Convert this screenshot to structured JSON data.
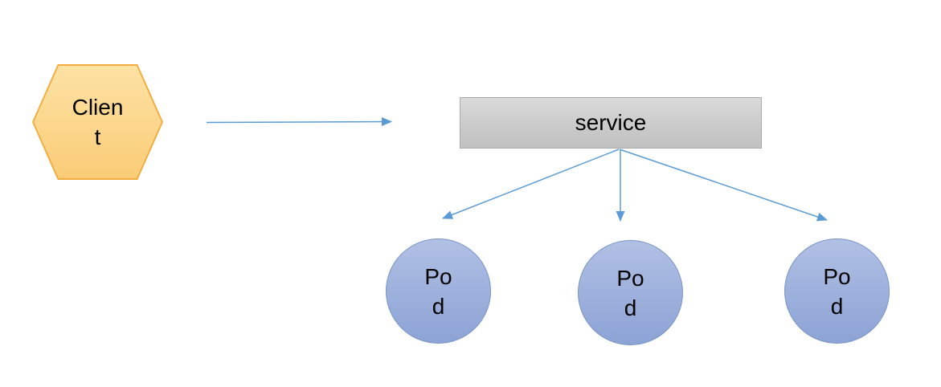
{
  "colors": {
    "arrow-blue": "#5b9bd5",
    "hex-border": "#f2ab3c",
    "hex-fill-top": "#fde2a4",
    "hex-fill-bottom": "#facc77",
    "service-border": "#ababab",
    "service-fill-top": "#d9d9d9",
    "service-fill-bottom": "#c0c0c0",
    "pod-border": "#7b94c8",
    "pod-fill-top": "#b1c0e4",
    "pod-fill-bottom": "#8ca3d5",
    "text": "#000000",
    "canvas-bg": "#ffffff"
  },
  "client": {
    "label": "Clien\nt"
  },
  "service": {
    "label": "service"
  },
  "pods": [
    {
      "label": "Po\nd"
    },
    {
      "label": "Po\nd"
    },
    {
      "label": "Po\nd"
    }
  ]
}
